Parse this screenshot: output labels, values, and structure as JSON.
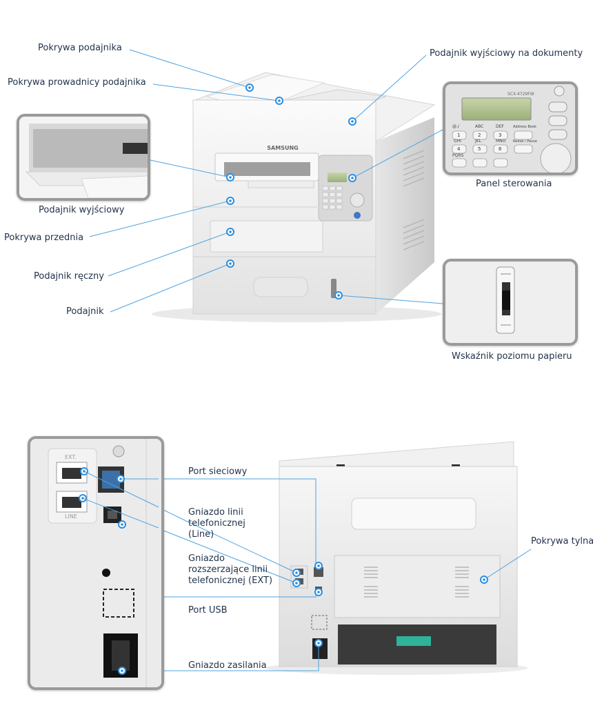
{
  "front_view": {
    "labels": {
      "feeder_cover": "Pokrywa podajnika",
      "feeder_guide_cover": "Pokrywa prowadnicy podajnika",
      "document_output_tray": "Podajnik wyjściowy na dokumenty",
      "control_panel": "Panel sterowania",
      "output_tray": "Podajnik wyjściowy",
      "front_cover": "Pokrywa przednia",
      "manual_feeder": "Podajnik ręczny",
      "tray": "Podajnik",
      "paper_level_indicator": "Wskaźnik poziomu papieru"
    },
    "printer_brand": "SAMSUNG",
    "panel_model": "SCX-4729FW",
    "keypad": [
      "@./",
      "1",
      "ABC",
      "2",
      "DEF",
      "3",
      "GHI",
      "4",
      "JKL",
      "5",
      "MNO",
      "6",
      "PQRS"
    ],
    "panel_text": [
      "Address Book",
      "Redial / Pause"
    ]
  },
  "rear_view": {
    "labels": {
      "network_port": "Port sieciowy",
      "line_socket": "Gniazdo linii telefonicznej (Line)",
      "ext_socket": "Gniazdo rozszerzające linii telefonicznej (EXT)",
      "usb_port": "Port USB",
      "power_socket": "Gniazdo zasilania",
      "rear_cover": "Pokrywa tylna"
    },
    "port_marks": {
      "ext": "EXT.",
      "line": "LINE"
    }
  },
  "colors": {
    "accent": "#2a8ee0",
    "label_text": "#1f3148",
    "inset_border": "#9a9a9a"
  }
}
